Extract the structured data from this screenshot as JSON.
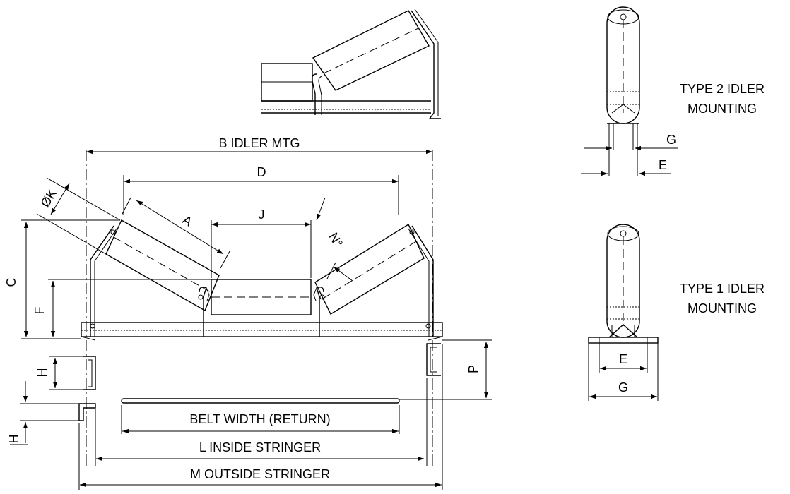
{
  "labels": {
    "b_idler_mtg": "B IDLER MTG",
    "d": "D",
    "dia_k": "ØK",
    "a": "A",
    "j": "J",
    "n_deg": "N°",
    "c": "C",
    "f": "F",
    "h_upper": "H",
    "h_lower": "H",
    "p": "P",
    "belt_width_return": "BELT WIDTH (RETURN)",
    "l_inside_stringer": "L INSIDE STRINGER",
    "m_outside_stringer": "M OUTSIDE STRINGER"
  },
  "type2": {
    "title_line1": "TYPE 2 IDLER",
    "title_line2": "MOUNTING",
    "g": "G",
    "e": "E"
  },
  "type1": {
    "title_line1": "TYPE 1 IDLER",
    "title_line2": "MOUNTING",
    "e": "E",
    "g": "G"
  }
}
